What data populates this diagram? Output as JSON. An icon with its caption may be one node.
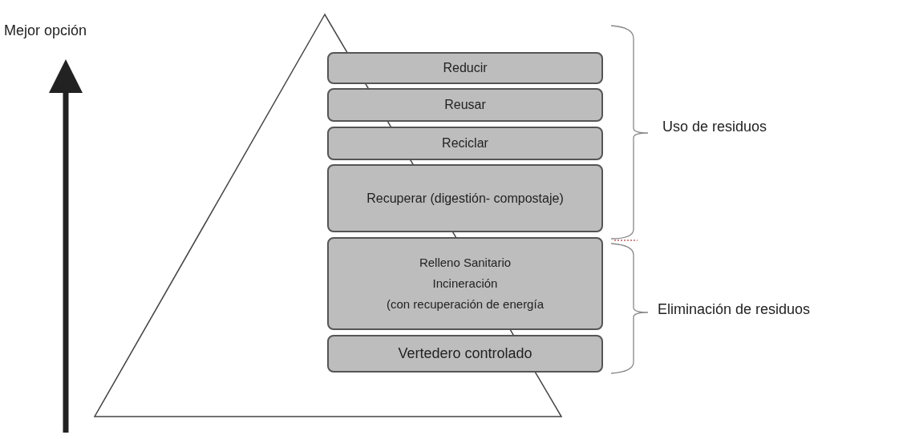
{
  "diagram": {
    "nodes": [
      {
        "text": [
          "Reducir"
        ]
      },
      {
        "text": [
          "Reusar"
        ]
      },
      {
        "text": [
          "Reciclar"
        ]
      },
      {
        "text": [
          "Recuperar (digestión- compostaje)"
        ]
      },
      {
        "text": [
          "Relleno Sanitario",
          "Incineración",
          "(con recuperación de energía"
        ]
      },
      {
        "text": [
          "Vertedero controlado"
        ]
      }
    ],
    "labels": [
      "Mejor opción",
      "Uso de residuos",
      "Eliminación de residuos"
    ]
  }
}
